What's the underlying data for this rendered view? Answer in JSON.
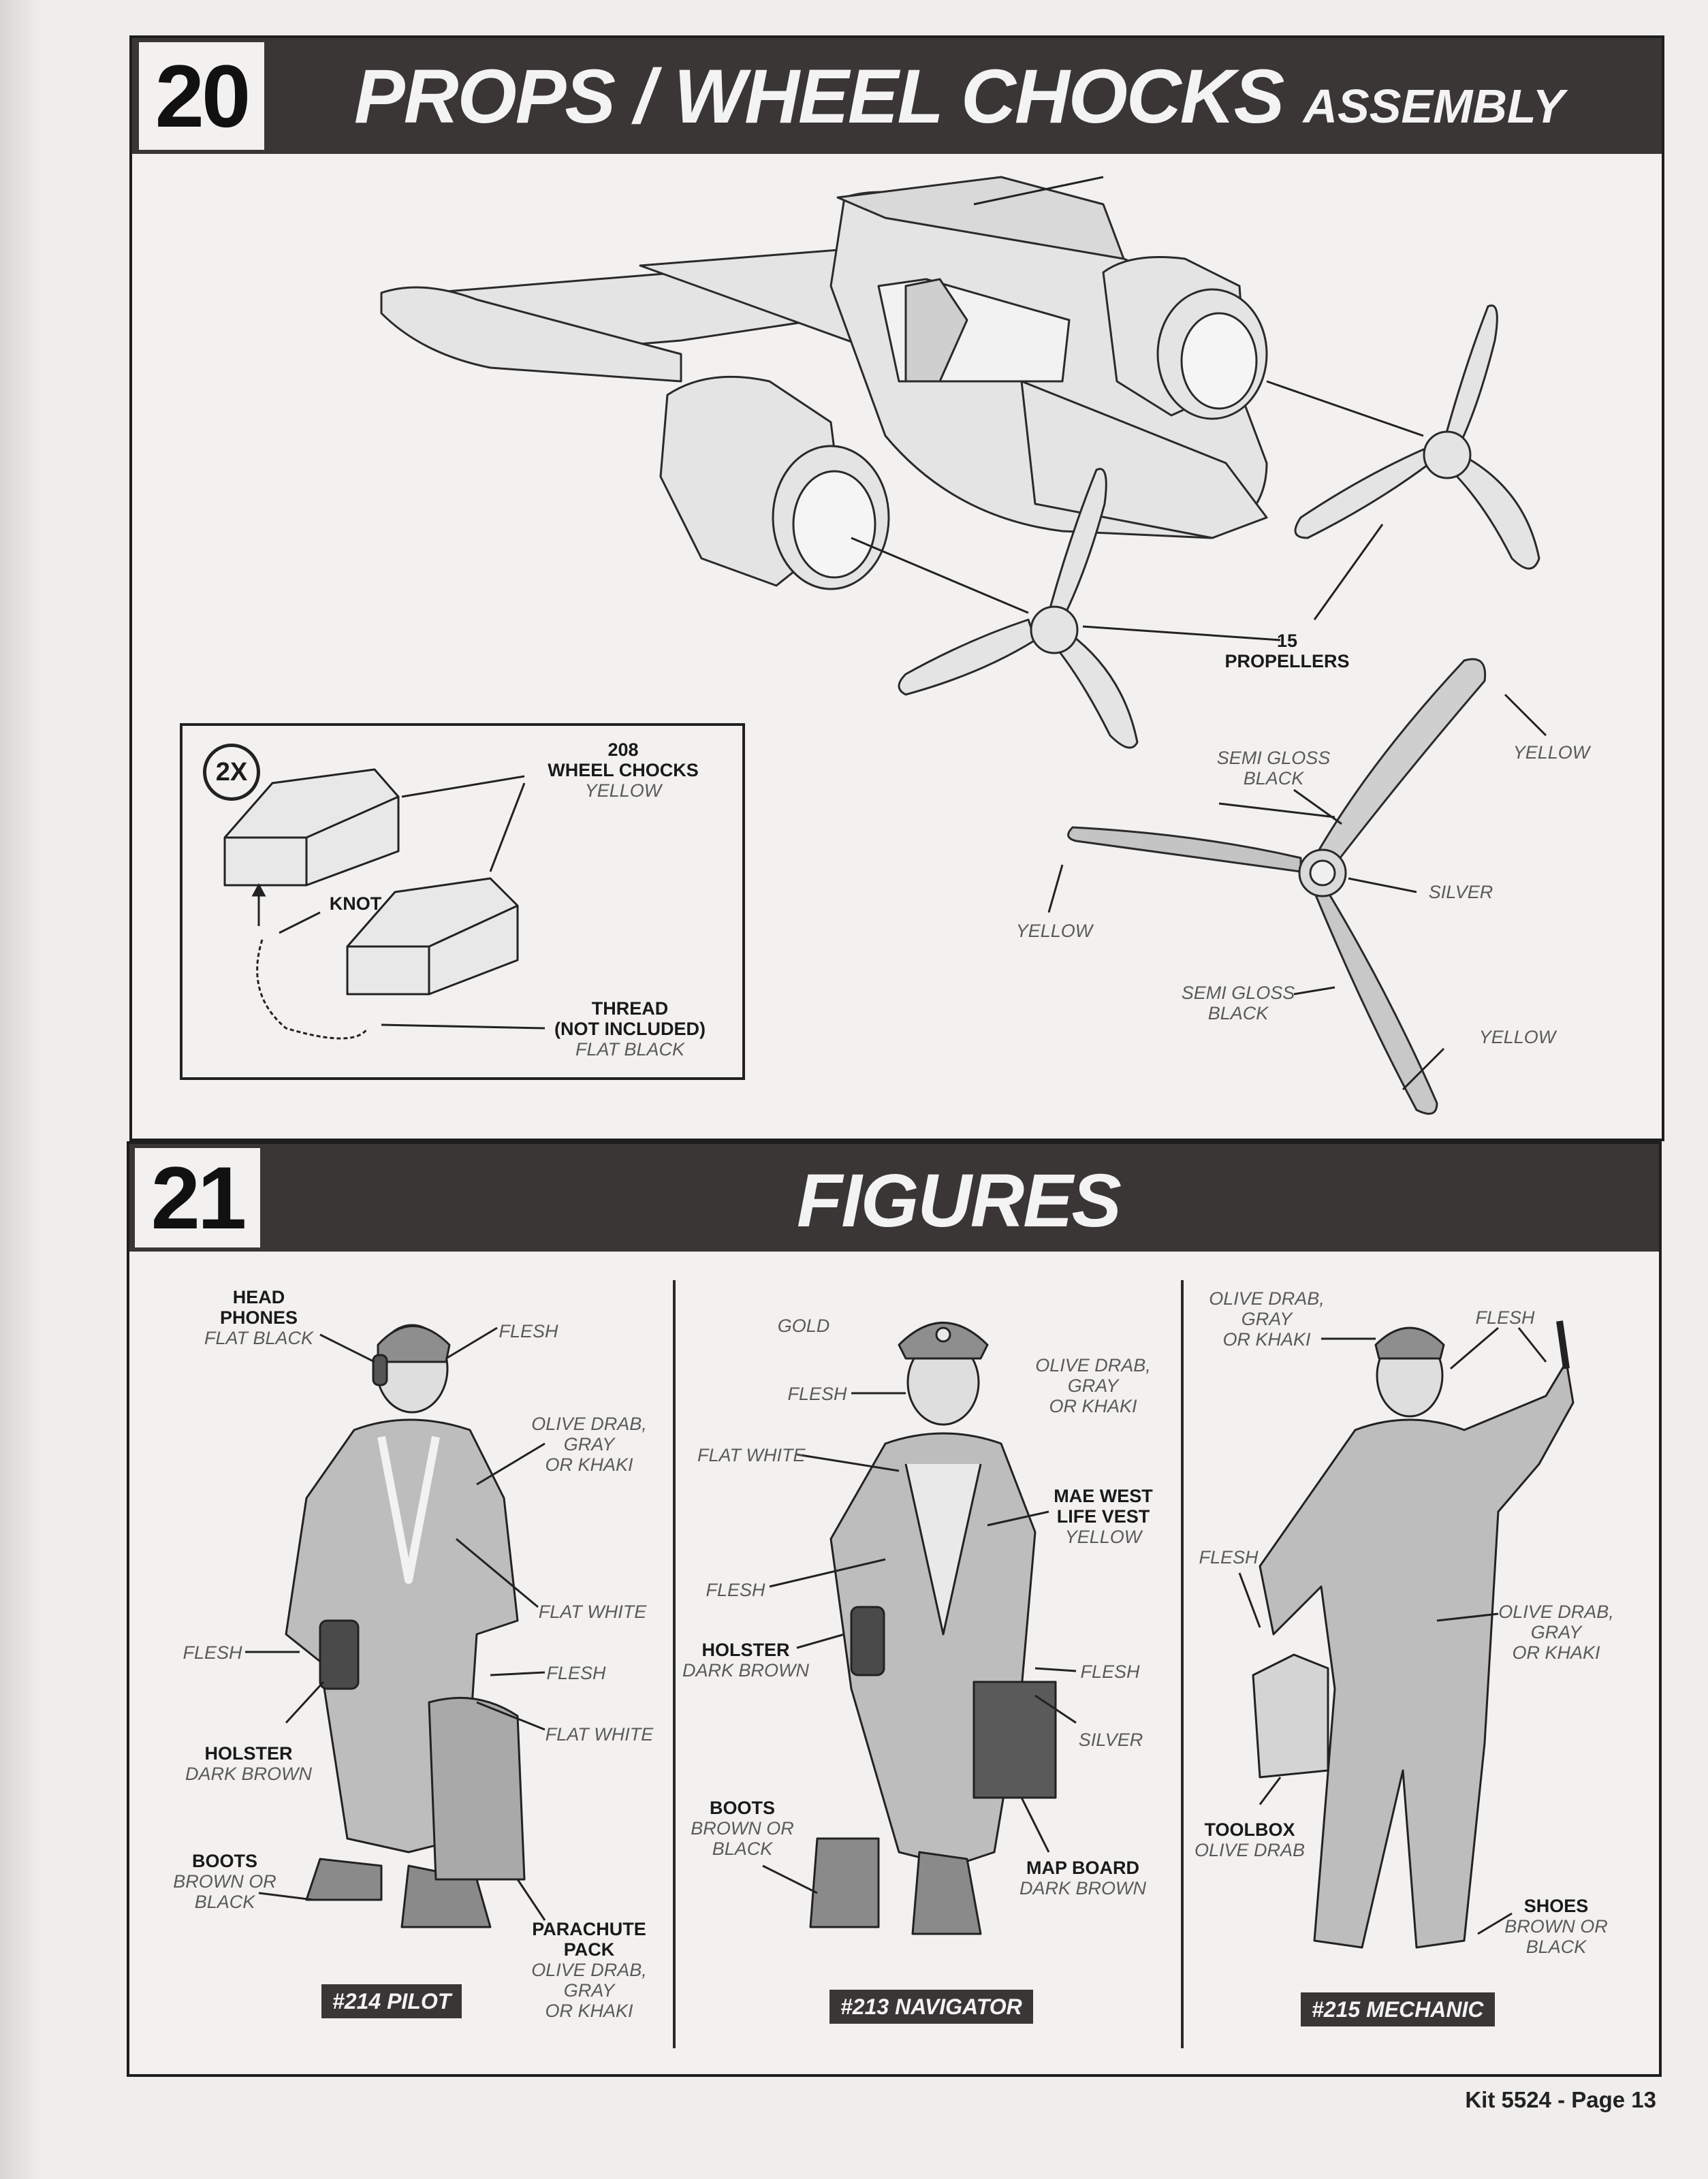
{
  "step20": {
    "number": "20",
    "title_main": "PROPS / WHEEL CHOCKS",
    "title_suffix": "ASSEMBLY",
    "propellers": {
      "part": "15",
      "name": "PROPELLERS"
    },
    "chocks": {
      "multiplier": "2X",
      "part": "208",
      "name": "WHEEL CHOCKS",
      "color": "YELLOW",
      "knot": "KNOT",
      "thread": "THREAD",
      "thread_note": "(NOT INCLUDED)",
      "thread_color": "FLAT BLACK"
    },
    "prop_colors": {
      "tip_top": "YELLOW",
      "blade_top_l1": "SEMI GLOSS",
      "blade_top_l2": "BLACK",
      "tip_left": "YELLOW",
      "hub": "SILVER",
      "blade_bottom_l1": "SEMI GLOSS",
      "blade_bottom_l2": "BLACK",
      "tip_bottom": "YELLOW"
    }
  },
  "step21": {
    "number": "21",
    "title": "FIGURES",
    "pilot": {
      "tag": "#214  PILOT",
      "headphones_1": "HEAD",
      "headphones_2": "PHONES",
      "headphones_color": "FLAT BLACK",
      "flesh_face": "FLESH",
      "suit_1": "OLIVE DRAB,",
      "suit_2": "GRAY",
      "suit_3": "OR KHAKI",
      "harness": "FLAT WHITE",
      "flesh_left": "FLESH",
      "flesh_right": "FLESH",
      "strap": "FLAT WHITE",
      "holster": "HOLSTER",
      "holster_color": "DARK BROWN",
      "boots": "BOOTS",
      "boots_c1": "BROWN OR",
      "boots_c2": "BLACK",
      "pack_1": "PARACHUTE",
      "pack_2": "PACK",
      "pack_c1": "OLIVE DRAB,",
      "pack_c2": "GRAY",
      "pack_c3": "OR KHAKI"
    },
    "navigator": {
      "tag": "#213 NAVIGATOR",
      "gold": "GOLD",
      "flesh_face": "FLESH",
      "suit_1": "OLIVE DRAB,",
      "suit_2": "GRAY",
      "suit_3": "OR KHAKI",
      "flat_white": "FLAT WHITE",
      "vest_1": "MAE WEST",
      "vest_2": "LIFE VEST",
      "vest_color": "YELLOW",
      "flesh_hand": "FLESH",
      "holster": "HOLSTER",
      "holster_color": "DARK BROWN",
      "flesh_right": "FLESH",
      "silver": "SILVER",
      "boots": "BOOTS",
      "boots_c1": "BROWN OR",
      "boots_c2": "BLACK",
      "map": "MAP BOARD",
      "map_color": "DARK BROWN"
    },
    "mechanic": {
      "tag": "#215 MECHANIC",
      "cap_1": "OLIVE DRAB,",
      "cap_2": "GRAY",
      "cap_3": "OR KHAKI",
      "flesh_face": "FLESH",
      "flesh_hand": "FLESH",
      "suit_1": "OLIVE DRAB,",
      "suit_2": "GRAY",
      "suit_3": "OR KHAKI",
      "toolbox": "TOOLBOX",
      "toolbox_color": "OLIVE DRAB",
      "shoes": "SHOES",
      "shoes_c1": "BROWN OR",
      "shoes_c2": "BLACK"
    }
  },
  "footer": "Kit 5524 - Page 13"
}
